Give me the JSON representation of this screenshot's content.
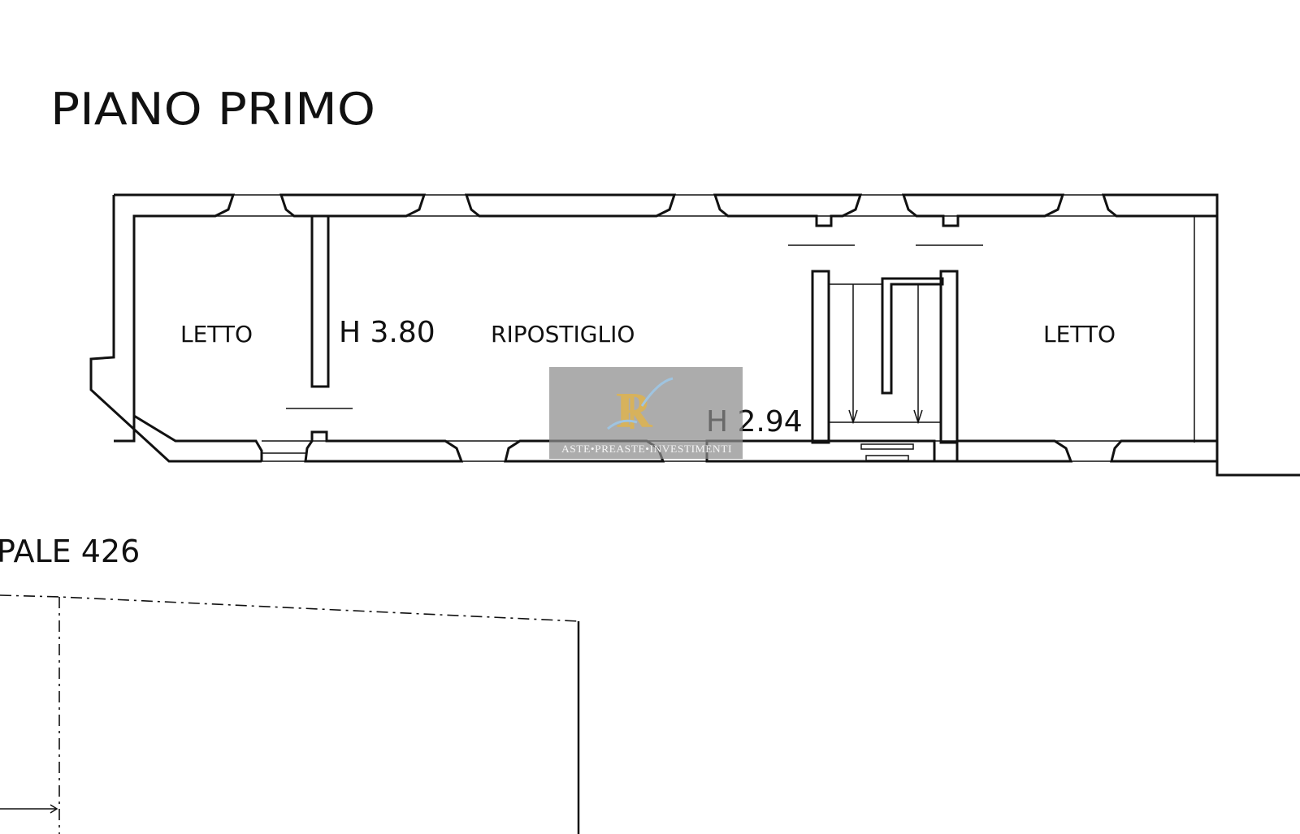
{
  "title": "PIANO PRIMO",
  "rooms": {
    "letto_left": "LETTO",
    "ripostiglio": "RIPOSTIGLIO",
    "letto_right": "LETTO"
  },
  "heights": {
    "h1": "H 3.80",
    "h2": "H 2.94"
  },
  "neighbor_label": "PALE 426",
  "watermark": {
    "monogram": "R",
    "text": "ASTE•PREASTE•INVESTIMENTI",
    "colors": {
      "gold": "#d7b25c",
      "box": "#8c8c8c"
    }
  }
}
